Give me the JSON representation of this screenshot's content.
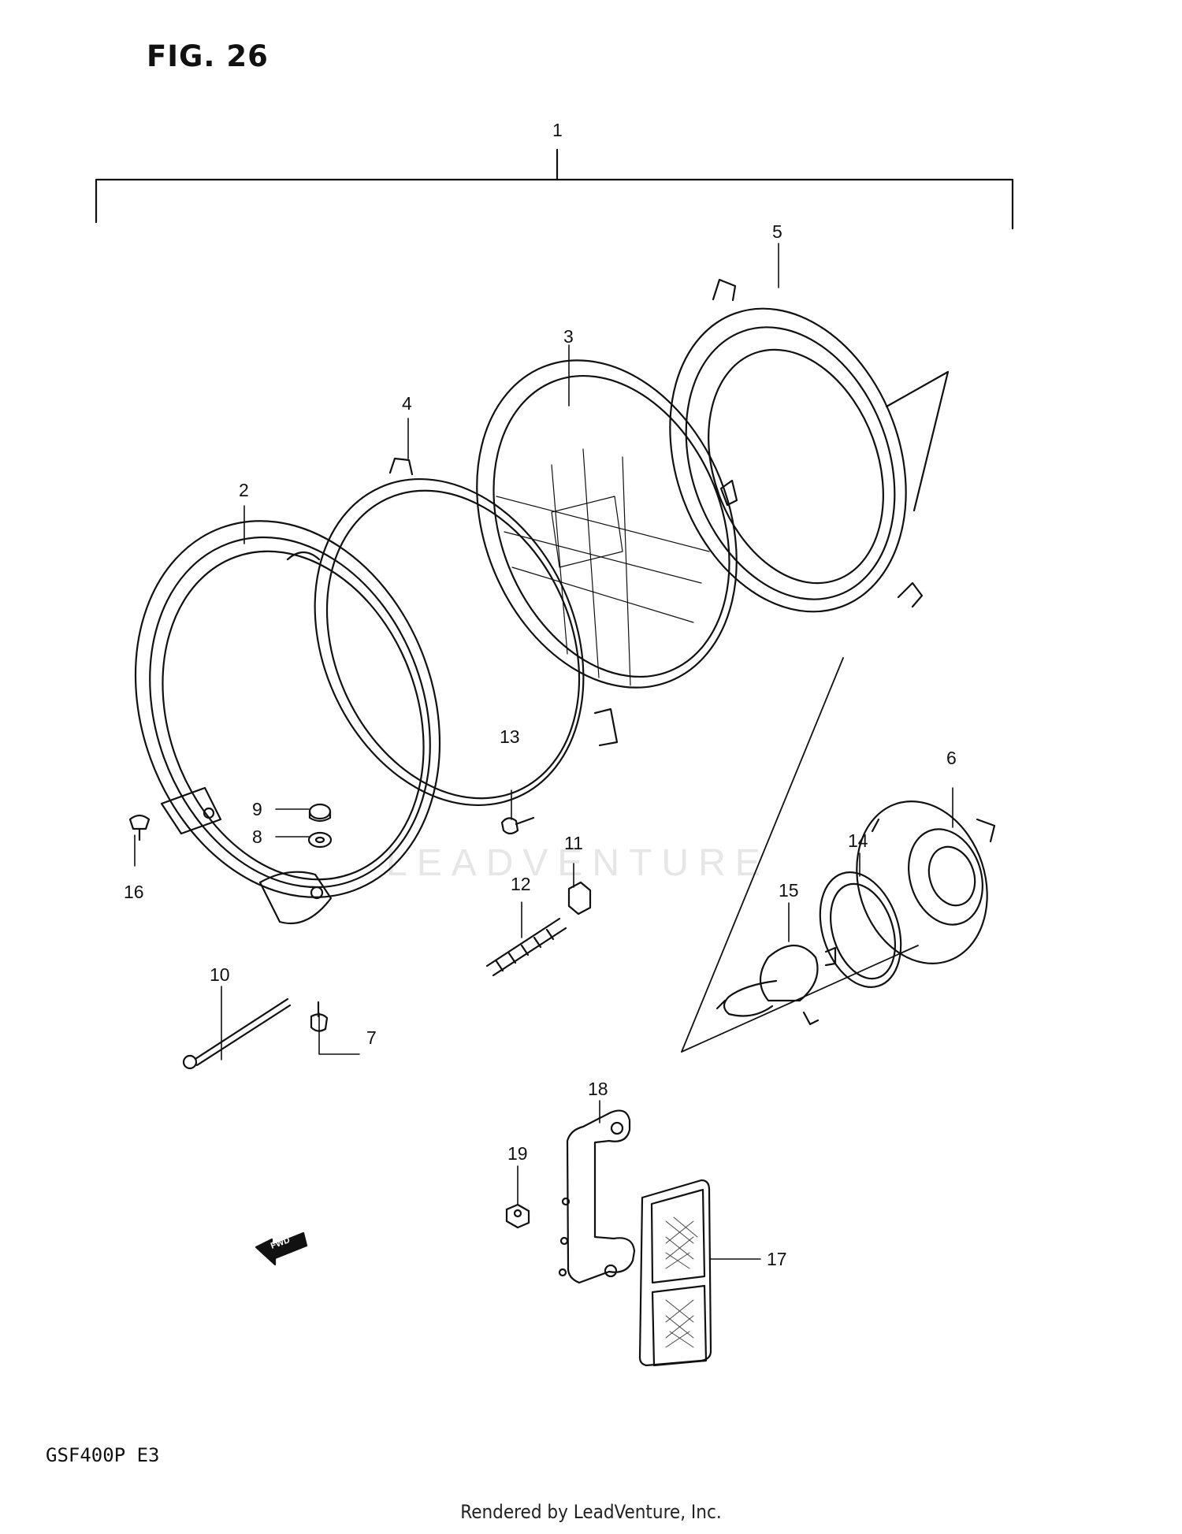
{
  "figure": {
    "title": "FIG. 26",
    "model": "GSF400P  E3"
  },
  "watermark": "LEADVENTURE",
  "footer": "Rendered by LeadVenture, Inc.",
  "callouts": [
    "1",
    "2",
    "3",
    "4",
    "5",
    "6",
    "7",
    "8",
    "9",
    "10",
    "11",
    "12",
    "13",
    "14",
    "15",
    "16",
    "17",
    "18",
    "19"
  ],
  "fwd_label": "FWD"
}
